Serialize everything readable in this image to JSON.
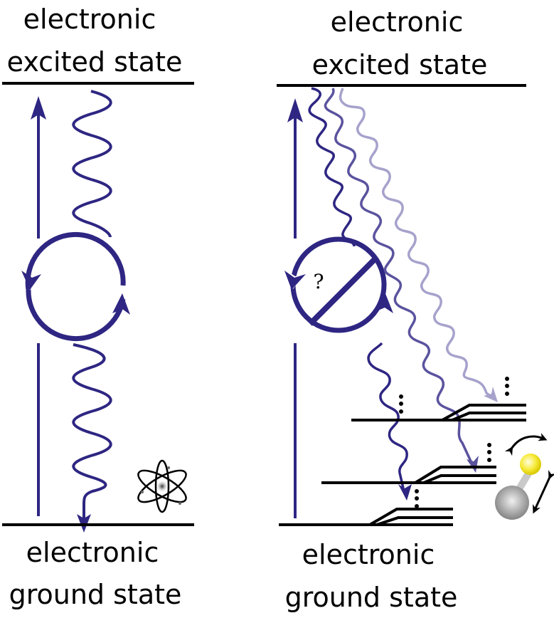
{
  "left_panel": {
    "top_label": [
      "electronic",
      "excited state"
    ],
    "bottom_label": [
      "electronic",
      "ground state"
    ],
    "system_icon": "atom-icon",
    "description": "Atom: absorption up, cycle, emission down (closed cycle)"
  },
  "right_panel": {
    "top_label": [
      "electronic",
      "excited state"
    ],
    "bottom_label": [
      "electronic",
      "ground state"
    ],
    "cycle_symbol": "?",
    "system_icon": "diatomic-molecule-icon",
    "description": "Molecule: absorption up, broken cycle, decay into multiple vibrational levels",
    "vibrational_ladders": 3
  },
  "colors": {
    "primary": "#2e2682",
    "wave_2": "#5a539e",
    "wave_3": "#a6a2cc",
    "line": "#000000",
    "molecule_h": "#f5e63a",
    "molecule_heavy": "#a8a8a8"
  }
}
